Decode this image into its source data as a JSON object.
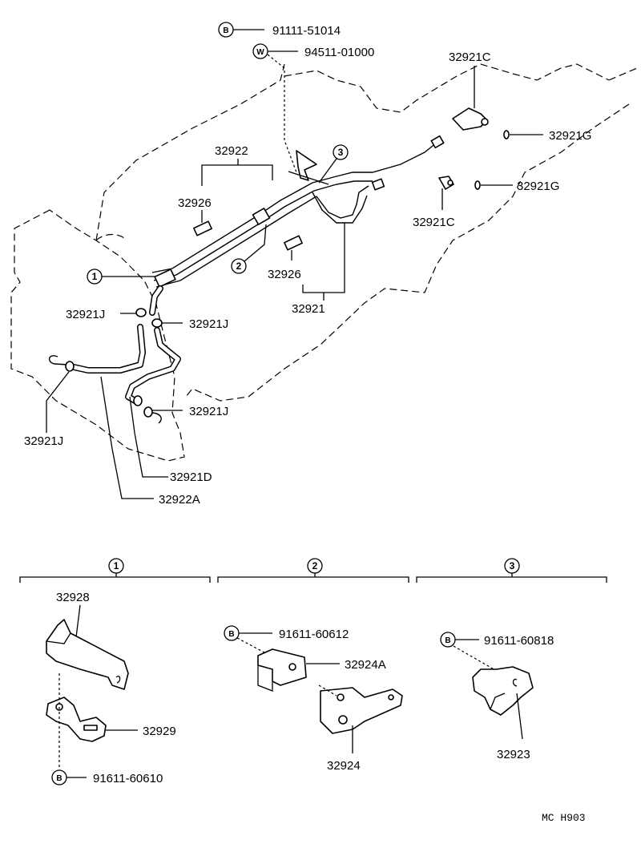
{
  "callouts": {
    "top_bolt": {
      "badge": "B",
      "part": "91111-51014"
    },
    "top_washer": {
      "badge": "W",
      "part": "94511-01000"
    },
    "c1": "32921C",
    "g1": "32921G",
    "g2": "32921G",
    "c2": "32921C",
    "p32922": "32922",
    "p32926a": "32926",
    "p32926b": "32926",
    "p32921": "32921",
    "j1": "32921J",
    "j2": "32921J",
    "j3": "32921J",
    "j4": "32921J",
    "d": "32921D",
    "a": "32922A"
  },
  "circled_refs": {
    "one": "1",
    "two": "2",
    "three": "3"
  },
  "detail_groups": [
    {
      "ref": "1",
      "parts": {
        "top": "32928",
        "middle": "32929",
        "bolt": {
          "badge": "B",
          "part": "91611-60610"
        }
      }
    },
    {
      "ref": "2",
      "parts": {
        "bolt": {
          "badge": "B",
          "part": "91611-60612"
        },
        "bracket": "32924A",
        "plate": "32924"
      }
    },
    {
      "ref": "3",
      "parts": {
        "bolt": {
          "badge": "B",
          "part": "91611-60818"
        },
        "clamp": "32923"
      }
    }
  ],
  "footer_code": "MC  H903"
}
